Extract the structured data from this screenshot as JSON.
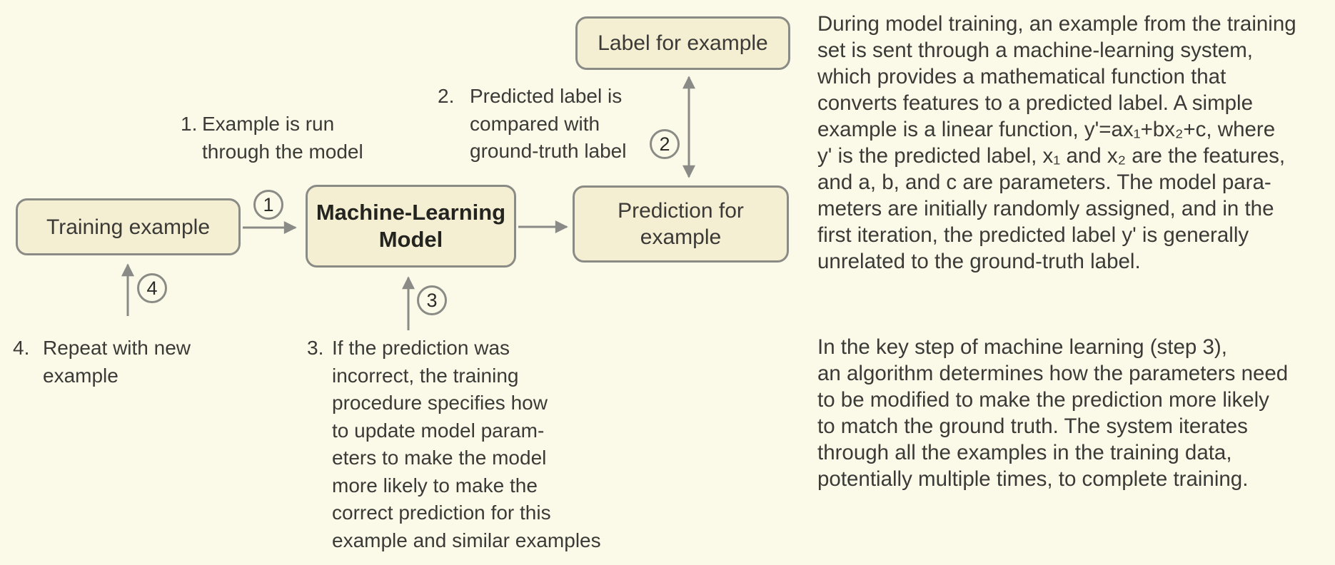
{
  "colors": {
    "background": "#fbfae9",
    "box_fill": "#f4eed2",
    "box_border": "#8b8b86",
    "arrow": "#8a8a86",
    "text": "#3b3a36",
    "bold_text": "#232320"
  },
  "boxes": {
    "training": {
      "label": "Training example"
    },
    "model": {
      "label": "Machine-Learning Model"
    },
    "prediction": {
      "label": "Prediction for example"
    },
    "ground_truth": {
      "label": "Label for example"
    }
  },
  "badges": {
    "b1": "1",
    "b2": "2",
    "b3": "3",
    "b4": "4"
  },
  "steps": {
    "step1": {
      "number": "1.",
      "text": "Example is run\nthrough the model"
    },
    "step2": {
      "number": "2.",
      "text": "Predicted label is\ncompared with\nground-truth label"
    },
    "step3": {
      "number": "3.",
      "text": "If the prediction was\nincorrect, the training\nprocedure specifies how\nto update model param-\neters to make the model\nmore likely to make the\ncorrect prediction for this\nexample and similar examples"
    },
    "step4": {
      "number": "4.",
      "text": "Repeat with new\nexample"
    }
  },
  "paragraphs": {
    "p1": "During model training, an example from the training\nset is sent through a machine-learning system,\nwhich provides a mathematical function that\nconverts features to a predicted label. A simple\nexample is a linear function, y'=ax₁+bx₂+c, where\ny' is the predicted label, x₁ and x₂ are the features,\nand a, b, and c are parameters. The model para-\nmeters are initially randomly assigned, and in the\nfirst iteration, the predicted label y' is generally\nunrelated to the ground-truth label.",
    "p2": "In the key step of machine learning (step 3),\nan algorithm determines how the parameters need\nto be modified to make the prediction more likely\nto match the ground truth. The system iterates\nthrough all the examples in the training data,\npotentially multiple times, to complete training."
  }
}
